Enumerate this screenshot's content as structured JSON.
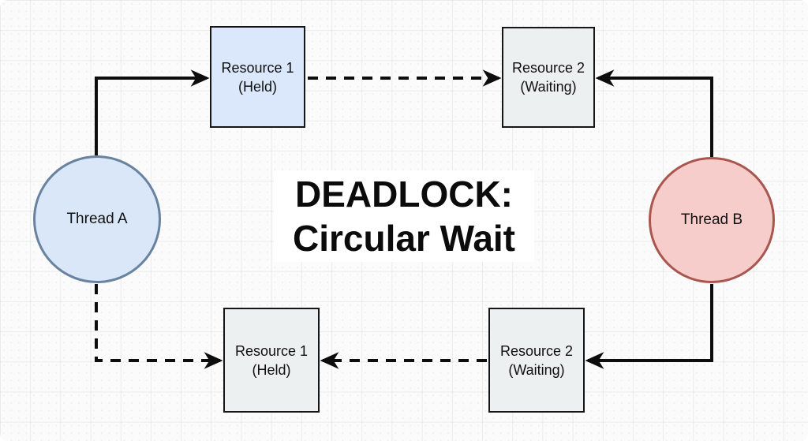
{
  "diagram": {
    "title_line1": "DEADLOCK:",
    "title_line2": "Circular Wait",
    "nodes": {
      "thread_a": {
        "label": "Thread A"
      },
      "thread_b": {
        "label": "Thread B"
      },
      "resource1_top": {
        "line1": "Resource 1",
        "line2": "(Held)"
      },
      "resource2_top": {
        "line1": "Resource 2",
        "line2": "(Waiting)"
      },
      "resource1_bottom": {
        "line1": "Resource 1",
        "line2": "(Held)"
      },
      "resource2_bottom": {
        "line1": "Resource 2",
        "line2": "(Waiting)"
      }
    },
    "colors": {
      "thread_a_fill": "#d9e7f9",
      "thread_a_border": "#68829f",
      "thread_b_fill": "#f6cdca",
      "thread_b_border": "#a9564f",
      "resource_blue_fill": "#dbe8fb",
      "resource_gray_fill": "#edf0f0",
      "edge_color": "#0d0d0d"
    }
  }
}
